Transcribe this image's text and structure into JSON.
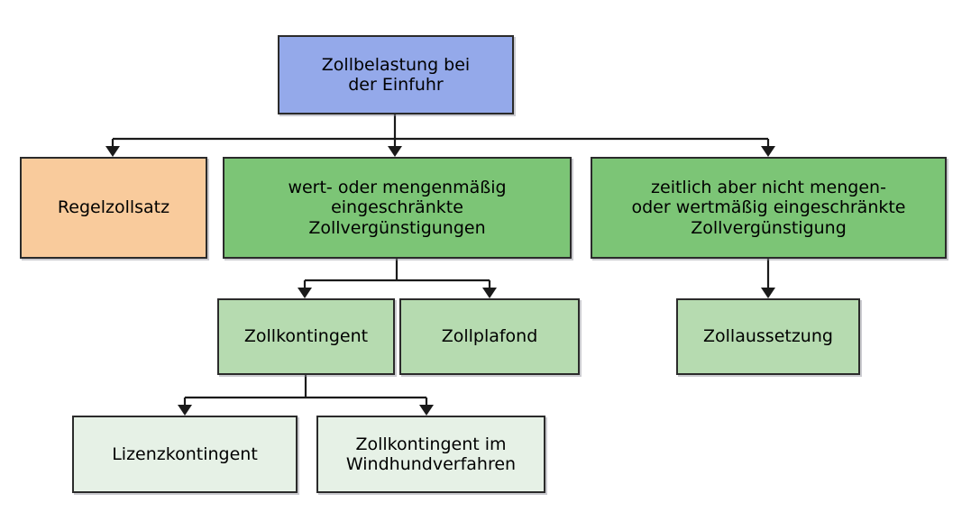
{
  "diagram": {
    "title": "Zollbelastung bei der Einfuhr",
    "type": "hierarchy-flowchart",
    "language": "de",
    "colors": {
      "root_fill": "#94a9ea",
      "orange_fill": "#f9cb9c",
      "green_fill": "#7cc576",
      "green_light_fill": "#b6dbb0",
      "green_pale_fill": "#e6f1e6",
      "border": "#2b2b2b",
      "connector": "#1a1a1a",
      "background": "#ffffff"
    },
    "nodes": {
      "root": "Zollbelastung bei\nder Einfuhr",
      "regelzollsatz": "Regelzollsatz",
      "wert_mengen": "wert- oder mengenmäßig\neingeschränkte\nZollvergünstigungen",
      "zeitlich": "zeitlich aber nicht mengen-\noder wertmäßig eingeschränkte\nZollvergünstigung",
      "zollkontingent": "Zollkontingent",
      "zollplafond": "Zollplafond",
      "zollaussetzung": "Zollaussetzung",
      "lizenzkontingent": "Lizenzkontingent",
      "windhund": "Zollkontingent im\nWindhundverfahren"
    },
    "edges": [
      {
        "from": "root",
        "to": "regelzollsatz"
      },
      {
        "from": "root",
        "to": "wert_mengen"
      },
      {
        "from": "root",
        "to": "zeitlich"
      },
      {
        "from": "wert_mengen",
        "to": "zollkontingent"
      },
      {
        "from": "wert_mengen",
        "to": "zollplafond"
      },
      {
        "from": "zeitlich",
        "to": "zollaussetzung"
      },
      {
        "from": "zollkontingent",
        "to": "lizenzkontingent"
      },
      {
        "from": "zollkontingent",
        "to": "windhund"
      }
    ]
  }
}
